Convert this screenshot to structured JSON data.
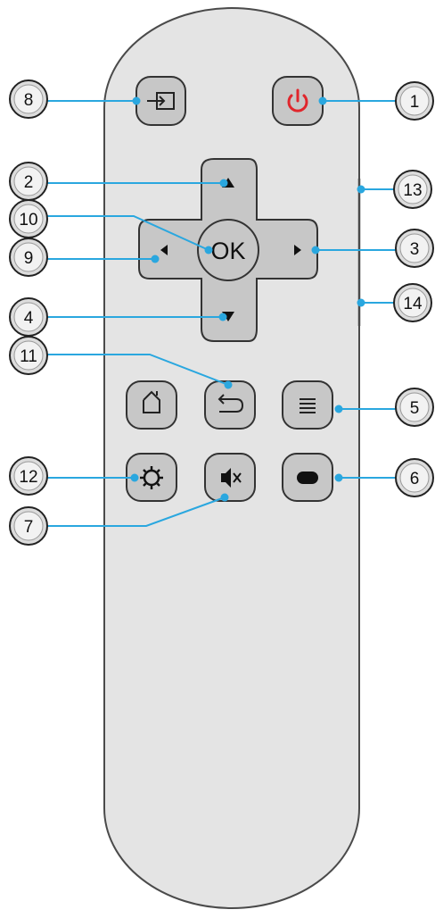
{
  "diagram": {
    "colors": {
      "body_fill": "#e4e4e4",
      "body_stroke": "#4a4a4a",
      "button_fill": "#c7c7c7",
      "button_stroke": "#333333",
      "callout_line": "#2aa7df",
      "callout_dot": "#2aa7df",
      "callout_fill": "#dcdcdc",
      "power_icon": "#e0262c"
    },
    "buttons": {
      "input": {
        "icon": "input-source-icon"
      },
      "power": {
        "icon": "power-icon"
      },
      "up": {
        "icon": "arrow-up-icon"
      },
      "down": {
        "icon": "arrow-down-icon"
      },
      "left": {
        "icon": "arrow-left-icon"
      },
      "right": {
        "icon": "arrow-right-icon"
      },
      "ok": {
        "label": "OK"
      },
      "home": {
        "icon": "home-icon"
      },
      "back": {
        "icon": "back-icon"
      },
      "menu": {
        "icon": "menu-icon"
      },
      "settings": {
        "icon": "gear-icon"
      },
      "mute": {
        "icon": "mute-icon"
      },
      "mode": {
        "icon": "pill-icon"
      },
      "side_upper": {
        "icon": "side-button-icon"
      },
      "side_lower": {
        "icon": "side-button-icon"
      }
    },
    "callouts": {
      "c1": "1",
      "c2": "2",
      "c3": "3",
      "c4": "4",
      "c5": "5",
      "c6": "6",
      "c7": "7",
      "c8": "8",
      "c9": "9",
      "c10": "10",
      "c11": "11",
      "c12": "12",
      "c13": "13",
      "c14": "14"
    }
  }
}
